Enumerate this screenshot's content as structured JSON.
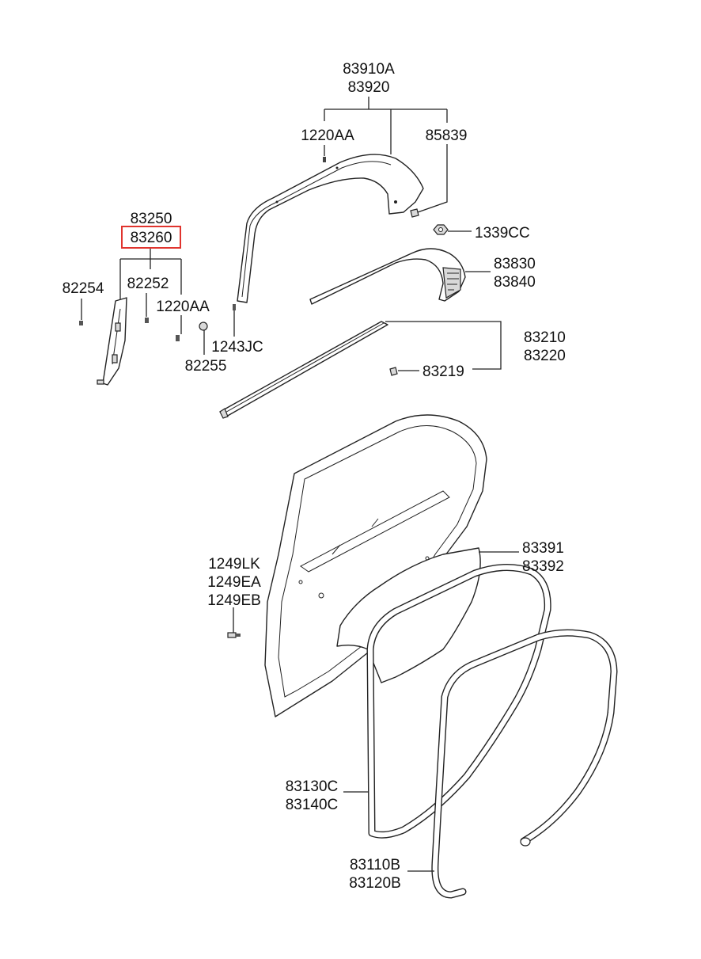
{
  "colors": {
    "highlight": "#e0342e",
    "line": "#222222",
    "background": "#ffffff"
  },
  "labels": {
    "l83910A": "83910A",
    "l83920": "83920",
    "l1220AA_top": "1220AA",
    "l85839": "85839",
    "l1339CC": "1339CC",
    "l83250": "83250",
    "l83260": "83260",
    "l82254": "82254",
    "l82252": "82252",
    "l1220AA_left": "1220AA",
    "l1243JC": "1243JC",
    "l82255": "82255",
    "l83830": "83830",
    "l83840": "83840",
    "l83210": "83210",
    "l83220": "83220",
    "l83219": "83219",
    "l83391": "83391",
    "l83392": "83392",
    "l1249LK": "1249LK",
    "l1249EA": "1249EA",
    "l1249EB": "1249EB",
    "l83130C": "83130C",
    "l83140C": "83140C",
    "l83110B": "83110B",
    "l83120B": "83120B"
  },
  "highlighted_part": "83260"
}
